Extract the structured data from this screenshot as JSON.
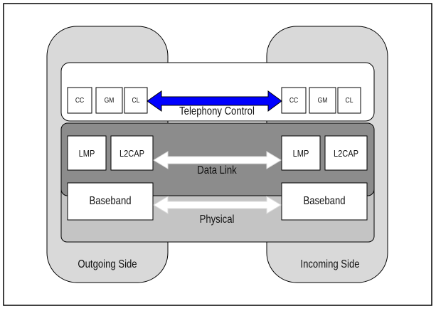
{
  "diagram": {
    "sides": {
      "outgoing": "Outgoing Side",
      "incoming": "Incoming Side"
    },
    "layers": {
      "telephony": {
        "label": "Telephony Control",
        "left_boxes": [
          "CC",
          "GM",
          "CL"
        ],
        "right_boxes": [
          "CC",
          "GM",
          "CL"
        ]
      },
      "data_link": {
        "label": "Data Link",
        "left_boxes": [
          "LMP",
          "L2CAP"
        ],
        "right_boxes": [
          "LMP",
          "L2CAP"
        ]
      },
      "physical": {
        "label": "Physical",
        "left_box": "Baseband",
        "right_box": "Baseband"
      }
    },
    "colors": {
      "side_panel": "#d9d9d9",
      "data_link_band": "#8c8c8c",
      "physical_band": "#c4c4c4",
      "telephony_arrow": "#0000ff",
      "white_arrow": "#ffffff"
    }
  }
}
